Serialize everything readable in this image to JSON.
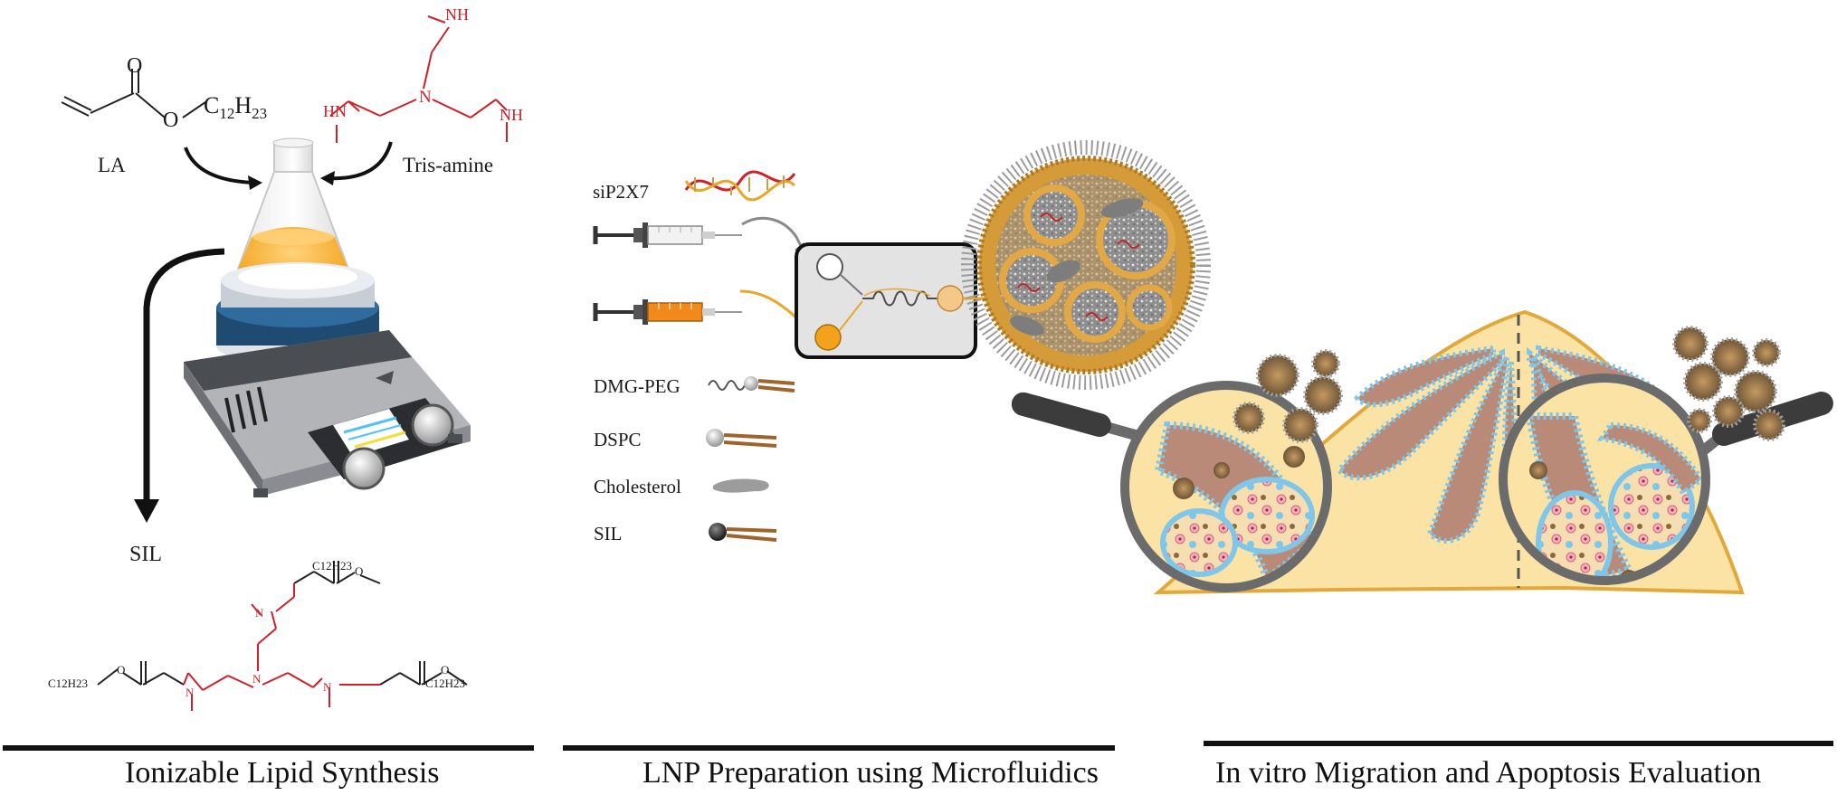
{
  "synthesis": {
    "reactant1_label": "LA",
    "reactant1_oxygen_top": "O",
    "reactant1_oxygen_ester": "O",
    "reactant1_chain": "C12H23",
    "reactant1_chain_c": "C",
    "reactant1_chain_sub1": "12",
    "reactant1_chain_h": "H",
    "reactant1_chain_sub2": "23",
    "reactant2_label": "Tris-amine",
    "reactant2_nh_top": "NH",
    "reactant2_hn_left": "HN",
    "reactant2_nh_right": "NH",
    "reactant2_n_center": "N",
    "product_label": "SIL",
    "product_chain": "C12H23",
    "product_n": "N",
    "product_o": "O"
  },
  "lnp": {
    "payload_label": "siP2X7",
    "legend": [
      {
        "key": "dmg-peg",
        "label": "DMG-PEG"
      },
      {
        "key": "dspc",
        "label": "DSPC"
      },
      {
        "key": "cholesterol",
        "label": "Cholesterol"
      },
      {
        "key": "sil",
        "label": "SIL"
      }
    ]
  },
  "sections": [
    {
      "key": "synthesis",
      "title": "Ionizable Lipid Synthesis"
    },
    {
      "key": "lnp",
      "title": "LNP Preparation using Microfluidics"
    },
    {
      "key": "evaluation",
      "title": "In vitro Migration and Apoptosis Evaluation"
    }
  ],
  "colors": {
    "orange": "#f2a31b",
    "amine_red": "#d0202a",
    "tissue_yellow": "#fbe3a6",
    "tissue_outline": "#e2a83a",
    "duct_brown": "#b98a78",
    "cell_blue": "#7fc6e8",
    "tumor_pink": "#f3b1c0"
  }
}
